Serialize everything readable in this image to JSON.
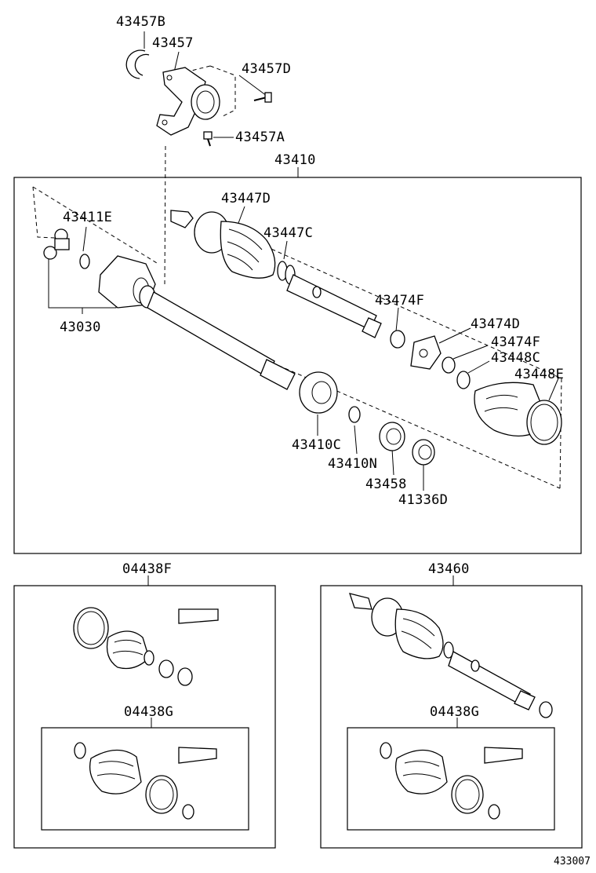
{
  "labels": {
    "p43457B": "43457B",
    "p43457": "43457",
    "p43457D": "43457D",
    "p43457A": "43457A",
    "p43410": "43410",
    "p43447D": "43447D",
    "p43447C": "43447C",
    "p43411E": "43411E",
    "p43030": "43030",
    "p43474F_a": "43474F",
    "p43474D": "43474D",
    "p43474F_b": "43474F",
    "p43448C": "43448C",
    "p43448E": "43448E",
    "p43410C": "43410C",
    "p43410N": "43410N",
    "p43458": "43458",
    "p41336D": "41336D",
    "p04438F": "04438F",
    "p04438G_left": "04438G",
    "p43460": "43460",
    "p04438G_right": "04438G"
  },
  "footer": {
    "diagram_code": "433007"
  }
}
